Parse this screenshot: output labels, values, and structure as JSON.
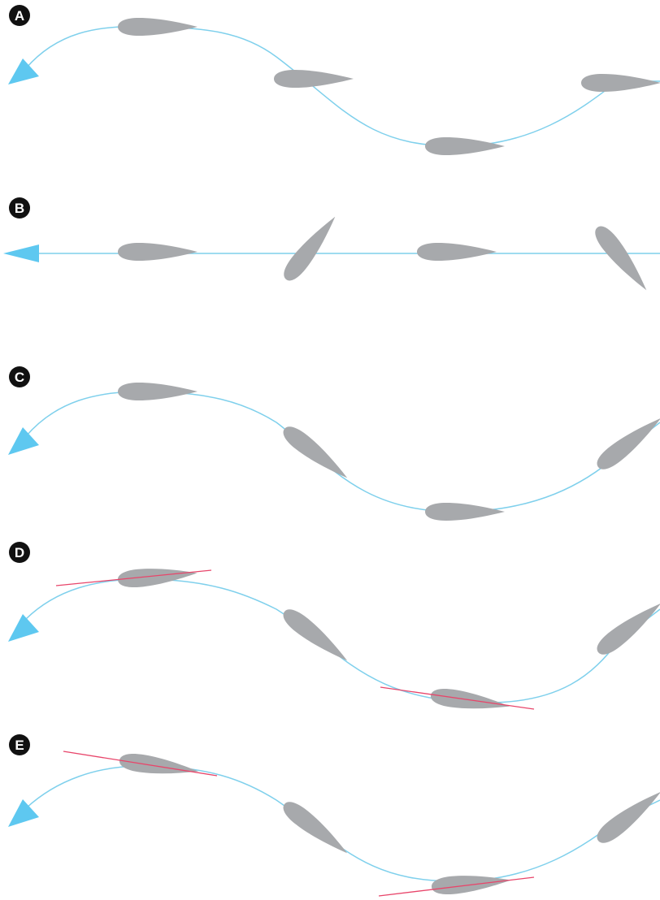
{
  "panels": [
    {
      "label": "A"
    },
    {
      "label": "B"
    },
    {
      "label": "C"
    },
    {
      "label": "D"
    },
    {
      "label": "E"
    }
  ],
  "colors": {
    "path": "#7fd0ec",
    "arrow": "#5ec8f0",
    "foil": "#a7a9ac",
    "reference_line": "#e8456a",
    "badge": "#111111",
    "badge_text": "#ffffff",
    "background": "#ffffff"
  }
}
